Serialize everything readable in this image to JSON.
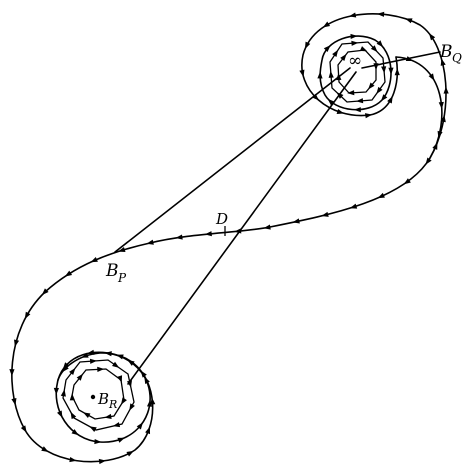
{
  "labels": {
    "infinity": "∞",
    "b_q": "B",
    "b_q_sub": "Q",
    "d": "D",
    "b_p": "B",
    "b_p_sub": "P",
    "b_r": "B",
    "b_r_sub": "R"
  }
}
